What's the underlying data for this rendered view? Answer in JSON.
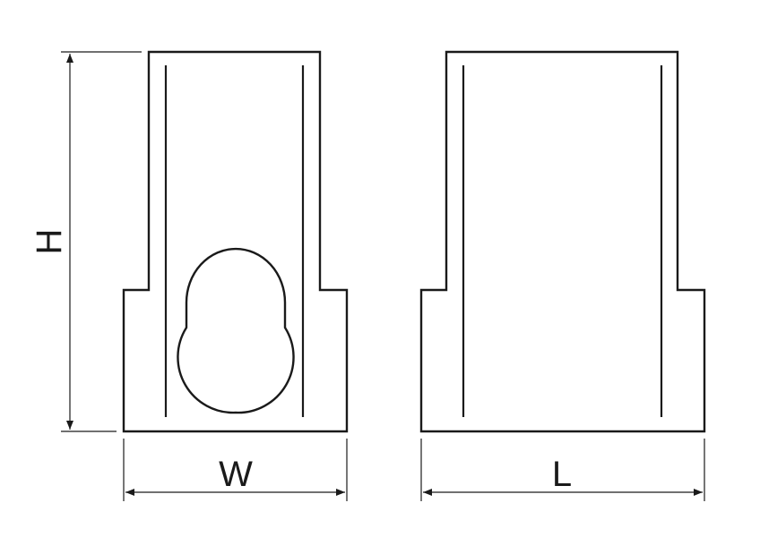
{
  "dimensions": {
    "height_label": "H",
    "width_label": "W",
    "length_label": "L"
  },
  "colors": {
    "line": "#1a1a1a",
    "background": "#ffffff"
  }
}
